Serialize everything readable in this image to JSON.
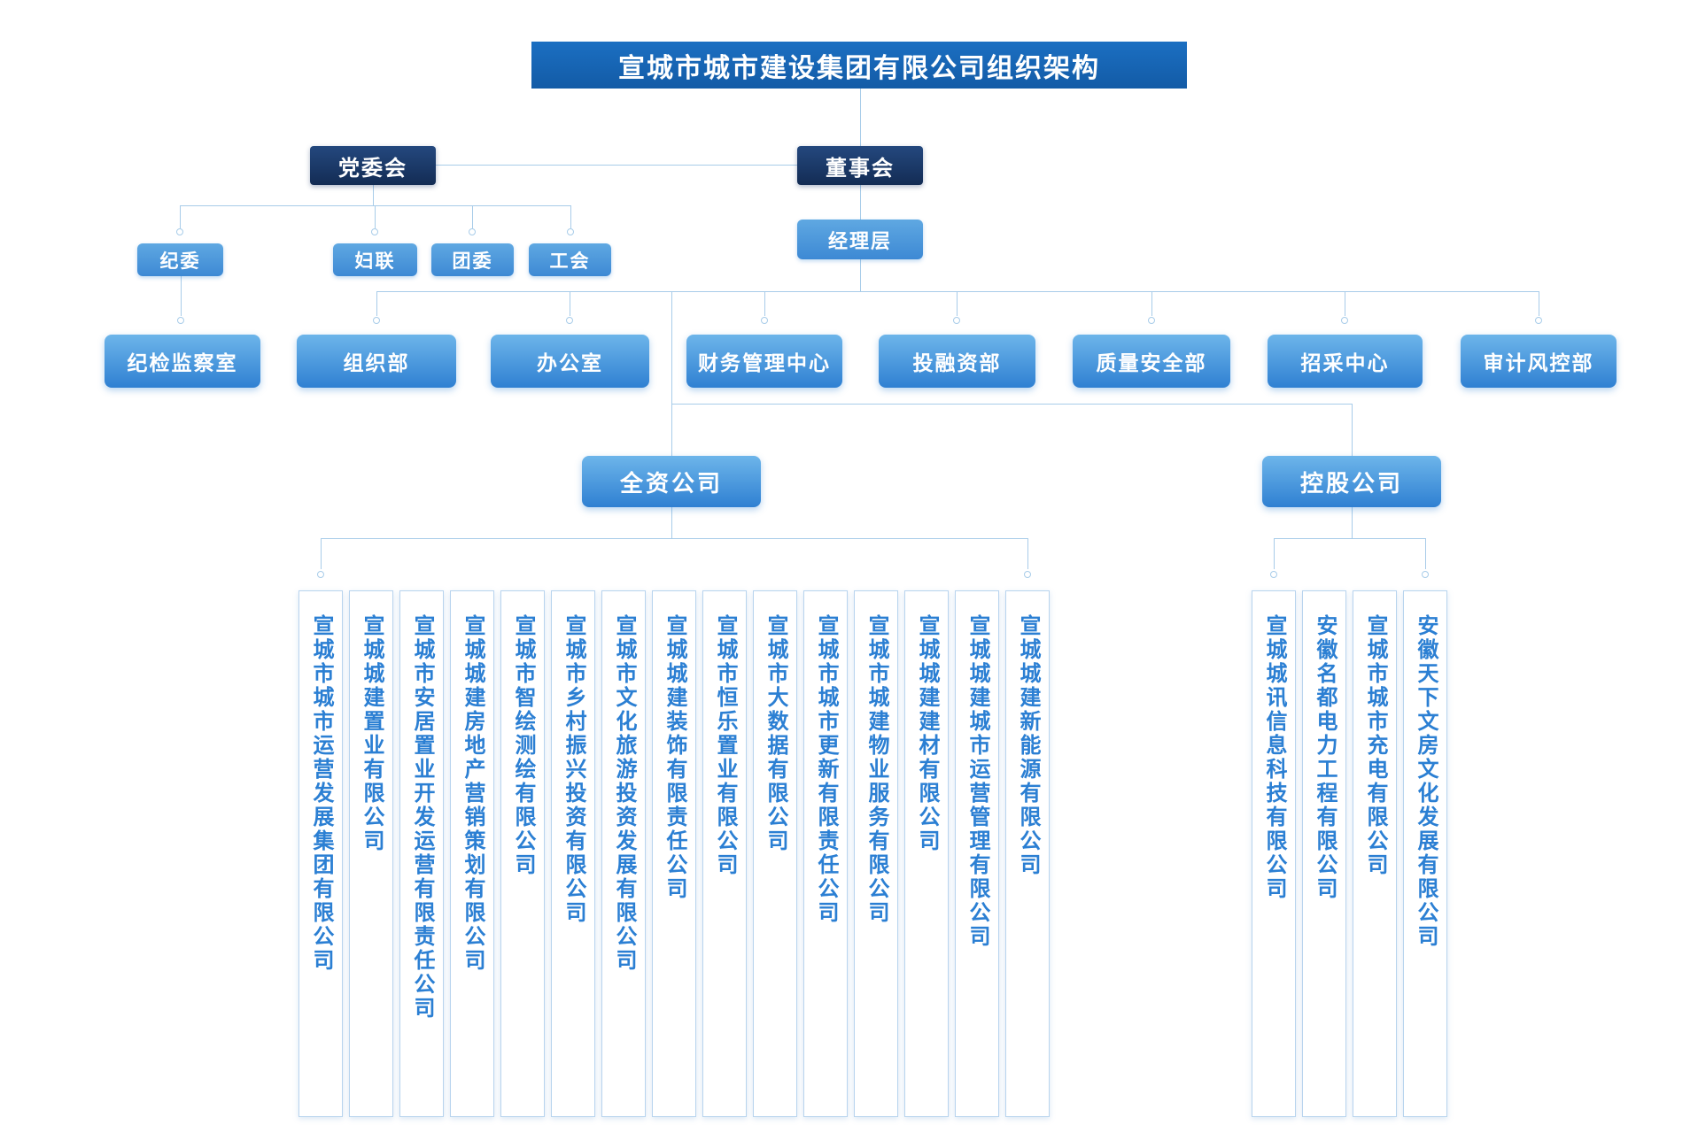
{
  "title": "宣城市城市建设集团有限公司组织架构",
  "party_committee": "党委会",
  "board": "董事会",
  "management_layer": "经理层",
  "party_orgs": [
    "纪委",
    "妇联",
    "团委",
    "工会"
  ],
  "departments": [
    "纪检监察室",
    "组织部",
    "办公室",
    "财务管理中心",
    "投融资部",
    "质量安全部",
    "招采中心",
    "审计风控部"
  ],
  "wholly_owned_label": "全资公司",
  "holding_label": "控股公司",
  "wholly_owned": [
    "宣城市城市运营发展集团有限公司",
    "宣城城建置业有限公司",
    "宣城市安居置业开发运营有限责任公司",
    "宣城城建房地产营销策划有限公司",
    "宣城市智绘测绘有限公司",
    "宣城市乡村振兴投资有限公司",
    "宣城市文化旅游投资发展有限公司",
    "宣城城建装饰有限责任公司",
    "宣城市恒乐置业有限公司",
    "宣城市大数据有限公司",
    "宣城市城市更新有限责任公司",
    "宣城市城建物业服务有限公司",
    "宣城城建建材有限公司",
    "宣城城建城市运营管理有限公司",
    "宣城城建新能源有限公司"
  ],
  "holding": [
    "宣城城讯信息科技有限公司",
    "安徽名都电力工程有限公司",
    "宣城市城市充电有限公司",
    "安徽天下文房文化发展有限公司"
  ],
  "colors": {
    "title_bg": "#1565b8",
    "dark_node_bg": "#1b3a69",
    "node_gradient_top": "#6db5ea",
    "node_gradient_bottom": "#2f80d2",
    "connector": "#a8cce9",
    "company_text": "#2b7fd3",
    "company_border": "#b8d4ee"
  }
}
